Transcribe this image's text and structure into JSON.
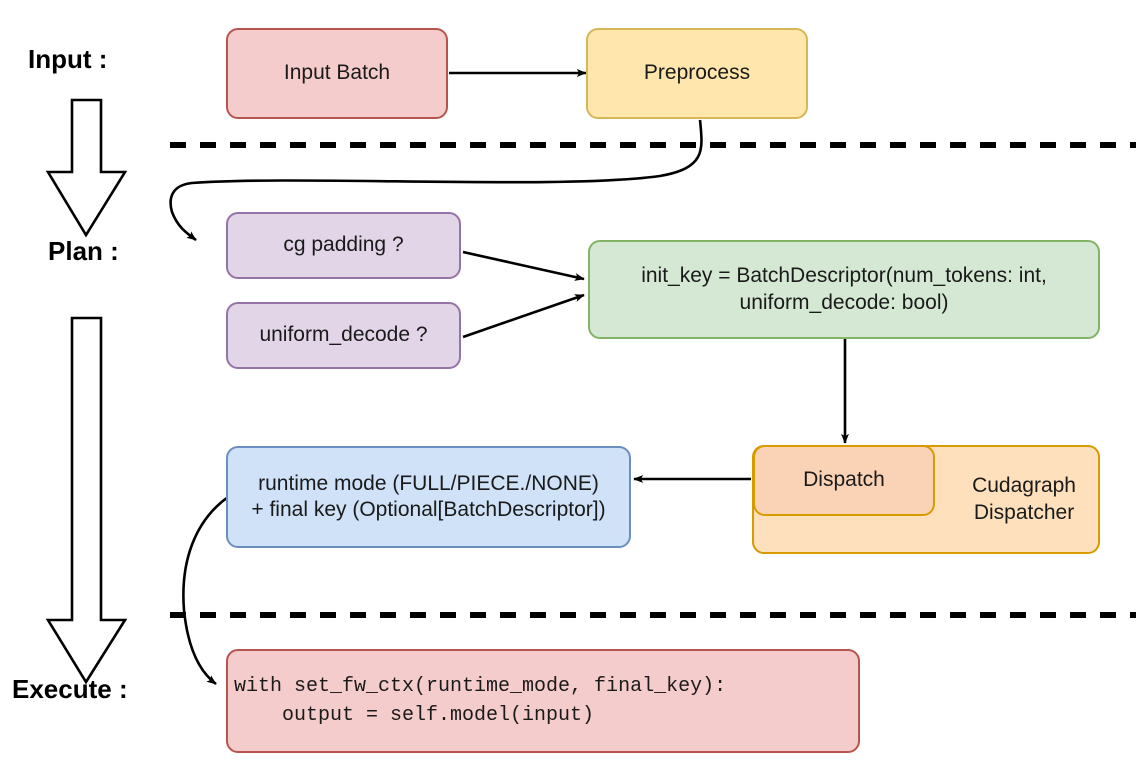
{
  "diagram": {
    "title_stages": [
      {
        "id": "input",
        "label": "Input :"
      },
      {
        "id": "plan",
        "label": "Plan :"
      },
      {
        "id": "execute",
        "label": "Execute :"
      }
    ],
    "nodes": {
      "input_batch": {
        "label": "Input Batch",
        "fill": "#f5cccc",
        "stroke": "#b85450"
      },
      "preprocess": {
        "label": "Preprocess",
        "fill": "#ffe6ac",
        "stroke": "#d6b656"
      },
      "cg_padding": {
        "label": "cg padding ?",
        "fill": "#e1d5e7",
        "stroke": "#9673a6"
      },
      "uniform_decode": {
        "label": "uniform_decode ?",
        "fill": "#e1d5e7",
        "stroke": "#9673a6"
      },
      "init_key": {
        "line1": "init_key = BatchDescriptor(num_tokens: int,",
        "line2": "uniform_decode: bool)",
        "fill": "#d5e8d4",
        "stroke": "#82b366"
      },
      "cudagraph_dispatcher": {
        "label": "Cudagraph\nDispatcher",
        "fill": "#ffe0bd",
        "stroke": "#d79b00"
      },
      "dispatch": {
        "label": "Dispatch",
        "fill": "#fad2b6",
        "stroke": "#d79b00"
      },
      "runtime_mode": {
        "line1": "runtime mode (FULL/PIECE./NONE)",
        "line2": "+ final key (Optional[BatchDescriptor])",
        "fill": "#cfe2f7",
        "stroke": "#6c8ebf"
      },
      "execute_code": {
        "line1": "with set_fw_ctx(runtime_mode, final_key):",
        "line2": "    output = self.model(input)",
        "fill": "#f5cccc",
        "stroke": "#b85450"
      }
    },
    "separators": [
      {
        "id": "input-plan-divider"
      },
      {
        "id": "plan-execute-divider"
      }
    ],
    "colors": {
      "edge": "#000000",
      "background": "#ffffff",
      "text": "#1a1a1a"
    }
  }
}
